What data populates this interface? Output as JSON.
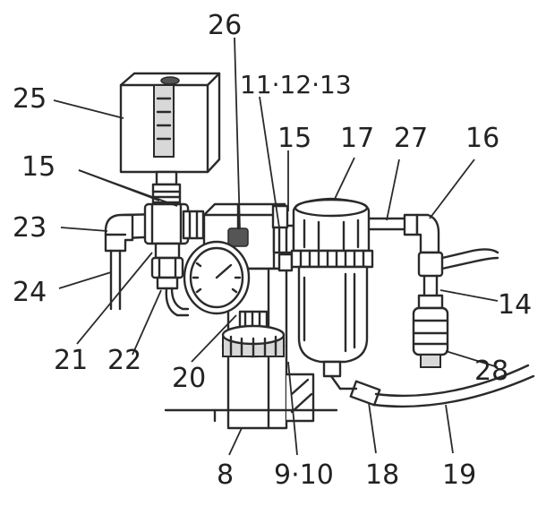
{
  "labels": {
    "l26": "26",
    "l11_12_13": "11·12·13",
    "l25": "25",
    "l15_top": "15",
    "l17": "17",
    "l27": "27",
    "l16": "16",
    "l15_left": "15",
    "l23": "23",
    "l24": "24",
    "l14": "14",
    "l21": "21",
    "l22": "22",
    "l20": "20",
    "l28": "28",
    "l8": "8",
    "l9_10": "9·10",
    "l18": "18",
    "l19": "19"
  }
}
